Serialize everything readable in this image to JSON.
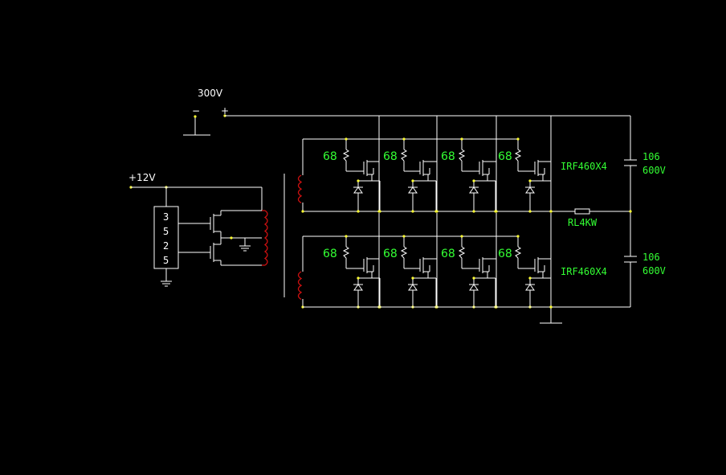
{
  "labels": {
    "supply_hv": "300V",
    "minus": "−",
    "plus": "+",
    "supply_lv": "+12V",
    "ic_digits": [
      "3",
      "5",
      "2",
      "5"
    ],
    "gate_resistor": "68",
    "mosfet_top": "IRF460X4",
    "mosfet_bottom": "IRF460X4",
    "cap_top_value": "106",
    "cap_top_voltage": "600V",
    "cap_bottom_value": "106",
    "cap_bottom_voltage": "600V",
    "load": "RL4KW"
  },
  "colors": {
    "background": "#000000",
    "wire": "#ffffff",
    "label": "#33ff33",
    "junction": "#ffff33",
    "winding": "#d01010"
  }
}
